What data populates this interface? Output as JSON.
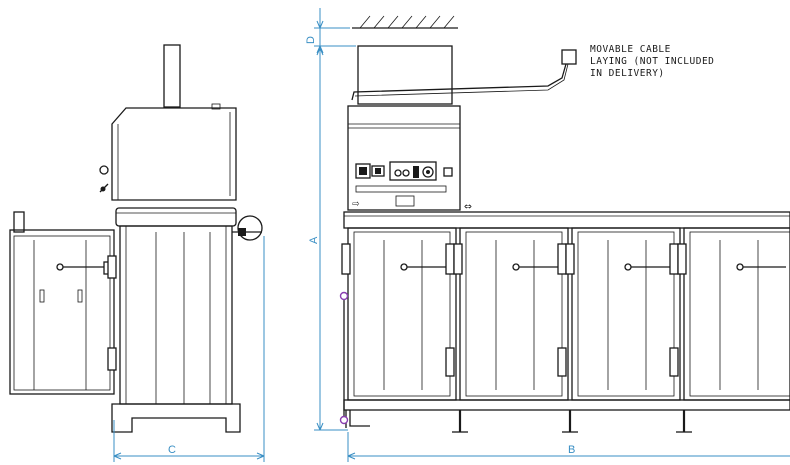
{
  "dimensions": {
    "a": "A",
    "b": "B",
    "c": "C",
    "d": "D"
  },
  "note": {
    "line1": "MOVABLE CABLE",
    "line2": "LAYING (NOT INCLUDED",
    "line3": "IN DELIVERY)"
  },
  "colors": {
    "dimension": "#3a8fc4",
    "outline": "#1a1a1a",
    "wheel_marker": "#8a3fb0"
  },
  "icons": [
    "arrow-right-icon",
    "double-arrow-icon",
    "wall-hatch-icon",
    "power-switch-icon",
    "cable-plug-icon"
  ]
}
